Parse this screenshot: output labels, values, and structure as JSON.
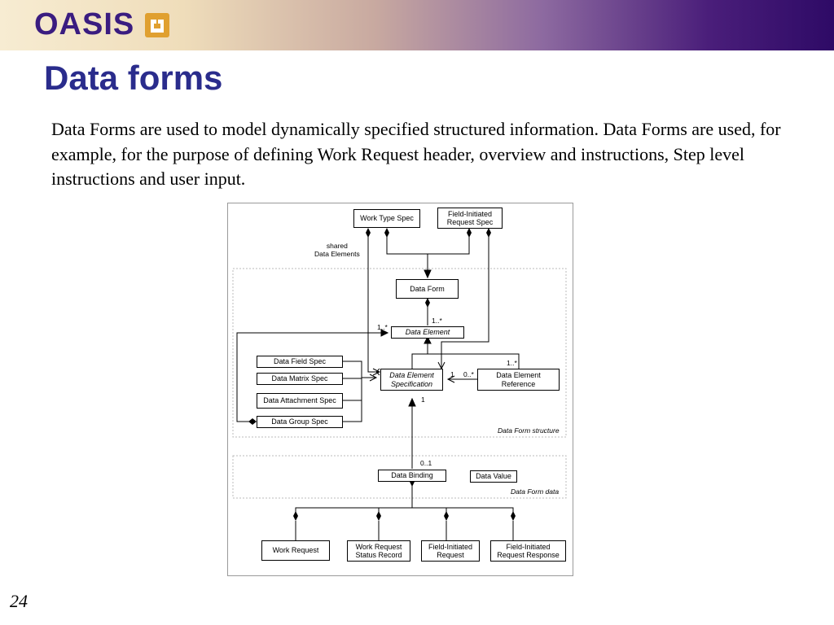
{
  "header": {
    "logo_text": "OASIS"
  },
  "slide": {
    "title": "Data forms",
    "body": "Data Forms are used to model dynamically specified structured information. Data Forms are used, for example, for the purpose of defining Work Request header, overview and instructions, Step level instructions and user input.",
    "page_number": "24"
  },
  "diagram": {
    "boxes": {
      "work_type_spec": "Work Type Spec",
      "field_initiated_request_spec": "Field-Initiated\nRequest Spec",
      "data_form": "Data Form",
      "data_element": "Data Element",
      "data_field_spec": "Data Field Spec",
      "data_matrix_spec": "Data Matrix Spec",
      "data_attachment_spec": "Data Attachment Spec",
      "data_group_spec": "Data Group Spec",
      "data_element_specification": "Data Element\nSpecification",
      "data_element_reference": "Data Element\nReference",
      "data_binding": "Data Binding",
      "data_value": "Data Value",
      "work_request": "Work Request",
      "work_request_status_record": "Work Request\nStatus Record",
      "field_initiated_request": "Field-Initiated\nRequest",
      "field_initiated_request_response": "Field-Initiated\nRequest Response"
    },
    "labels": {
      "shared_data_elements": "shared\nData Elements",
      "mult_form_to_element": "1..*",
      "mult_group_to_element": "1..*",
      "mult_ref_top": "1..*",
      "mult_spec_right": "1",
      "mult_ref_left": "0..*",
      "mult_spec_bottom": "1",
      "mult_binding_top": "0..1"
    },
    "regions": {
      "structure": "Data Form structure",
      "data": "Data Form data"
    }
  }
}
